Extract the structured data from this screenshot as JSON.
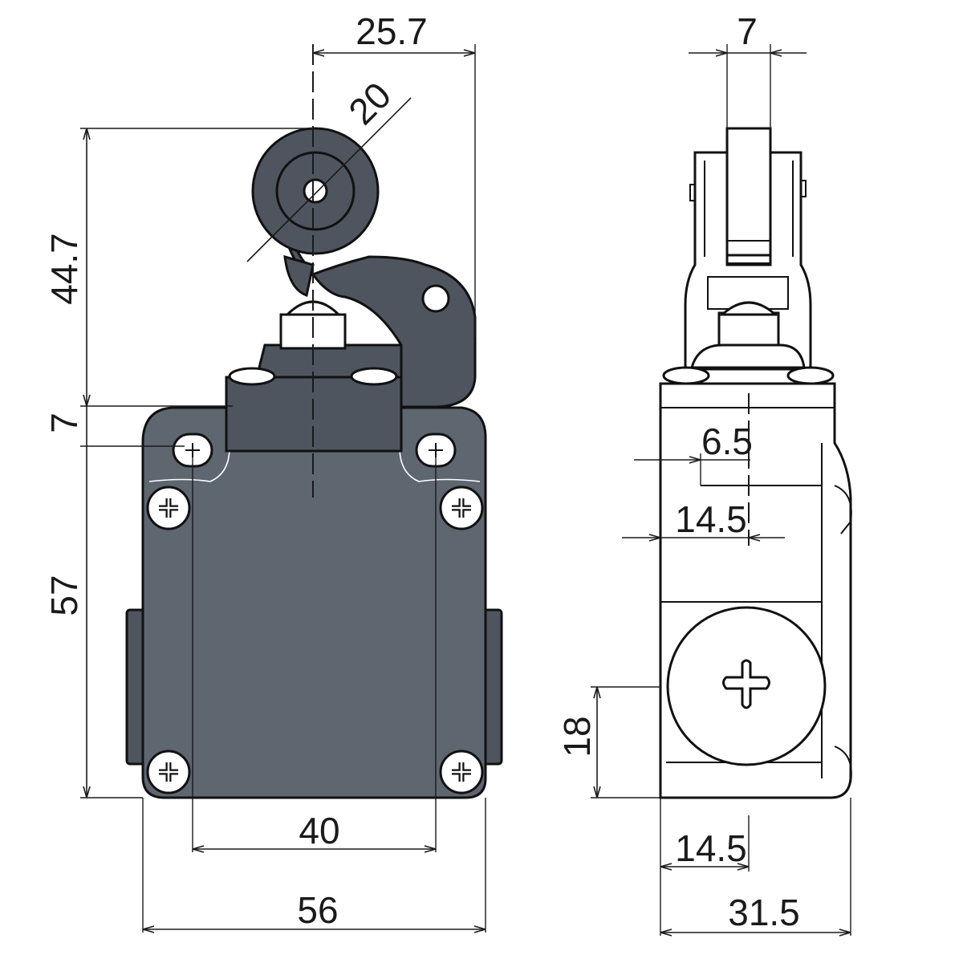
{
  "front_view": {
    "dimensions": {
      "roller_offset": "25.7",
      "roller_diameter": "20",
      "height_to_roller": "44.7",
      "head_step": "7",
      "body_height": "57",
      "hole_spacing": "40",
      "body_width": "56"
    }
  },
  "side_view": {
    "dimensions": {
      "roller_width": "7",
      "offset_6_5": "6.5",
      "offset_14_5_upper": "14.5",
      "cable_entry_height": "18",
      "offset_14_5_lower": "14.5",
      "depth": "31.5"
    }
  },
  "colors": {
    "body": "#5e6670",
    "lever": "#4e555e",
    "line": "#111111"
  }
}
